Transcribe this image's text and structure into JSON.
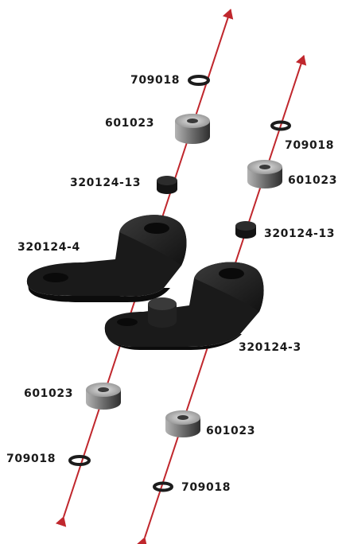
{
  "colors": {
    "axis": "#c0272d",
    "part": "#1c1c1c",
    "label": "#1a1a1a"
  },
  "parts": {
    "left_top_washer": "709018",
    "left_top_bearing": "601023",
    "left_spacer": "320124-13",
    "left_arm": "320124-4",
    "left_bottom_bearing": "601023",
    "left_bottom_washer": "709018",
    "right_top_washer": "709018",
    "right_top_bearing": "601023",
    "right_spacer": "320124-13",
    "right_arm": "320124-3",
    "right_bottom_bearing": "601023",
    "right_bottom_washer": "709018"
  }
}
